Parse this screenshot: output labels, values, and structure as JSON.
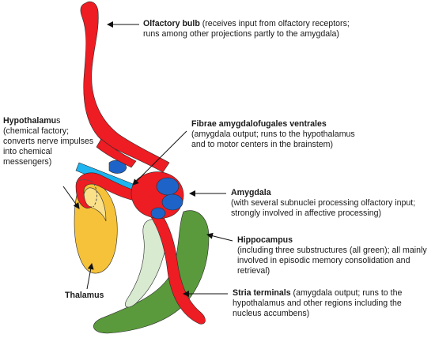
{
  "colors": {
    "red": "#ee1c23",
    "blue": "#1e64c8",
    "light_blue": "#1eb4f0",
    "yellow": "#f5c23a",
    "yellow_light": "#fbe08a",
    "green": "#5a9a3c",
    "green_light": "#d8ead0",
    "arrow": "#111111"
  },
  "labels": {
    "olfactory": {
      "title": "Olfactory bulb",
      "rest": " (receives input from olfactory receptors;",
      "line2": "runs among other projections partly to the amygdala)"
    },
    "hypothalamus": {
      "title": "Hypothalamu",
      "title_suffix": "s",
      "line2": "(chemical factory;",
      "line3": "converts nerve impulses",
      "line4": "into chemical",
      "line5": "messengers)"
    },
    "fibrae": {
      "title": "Fibrae amygdalofugales ventrales",
      "line2": "(amygdala output; runs to the hypothalamus",
      "line3": "and to motor centers in the brainstem)"
    },
    "amygdala": {
      "title": "Amygdala",
      "line2": "(with several subnuclei processing olfactory input;",
      "line3": "strongly involved in affective processing)"
    },
    "hippocampus": {
      "title": "Hippocampus",
      "line2": "(including three substructures (all green); all mainly",
      "line3": "involved in episodic memory consolidation and",
      "line4": "retrieval)"
    },
    "thalamus": {
      "title": "Thalamus"
    },
    "stria": {
      "title": "Stria terminals",
      "rest": " (amygdala output; runs to the",
      "line2": "hypothalamus and other regions including the",
      "line3": "nucleus accumbens)"
    }
  }
}
